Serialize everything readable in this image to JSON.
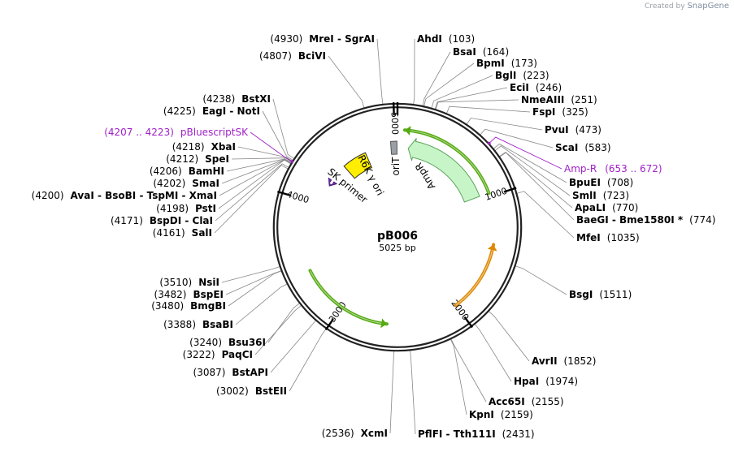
{
  "watermark": {
    "prefix": "Created by",
    "brand": "SnapGene"
  },
  "plasmid": {
    "name": "pB006",
    "length_text": "5025 bp",
    "length": 5025
  },
  "tick_labels": [
    "1000",
    "2000",
    "3000",
    "4000",
    "5000"
  ],
  "sites": [
    {
      "pos": 103,
      "name": "AhdI",
      "pos_text": "(103)"
    },
    {
      "pos": 164,
      "name": "BsaI",
      "pos_text": "(164)"
    },
    {
      "pos": 173,
      "name": "BpmI",
      "pos_text": "(173)"
    },
    {
      "pos": 223,
      "name": "BglI",
      "pos_text": "(223)"
    },
    {
      "pos": 246,
      "name": "EciI",
      "pos_text": "(246)"
    },
    {
      "pos": 251,
      "name": "NmeAIII",
      "pos_text": "(251)"
    },
    {
      "pos": 325,
      "name": "FspI",
      "pos_text": "(325)"
    },
    {
      "pos": 473,
      "name": "PvuI",
      "pos_text": "(473)"
    },
    {
      "pos": 583,
      "name": "ScaI",
      "pos_text": "(583)"
    },
    {
      "pos": 708,
      "name": "BpuEI",
      "pos_text": "(708)"
    },
    {
      "pos": 723,
      "name": "SmlI",
      "pos_text": "(723)"
    },
    {
      "pos": 770,
      "name": "ApaLI",
      "pos_text": "(770)"
    },
    {
      "pos": 774,
      "name": "BaeGI  -  Bme1580I *",
      "pos_text": "(774)"
    },
    {
      "pos": 1035,
      "name": "MfeI",
      "pos_text": "(1035)"
    },
    {
      "pos": 1511,
      "name": "BsgI",
      "pos_text": "(1511)"
    },
    {
      "pos": 1852,
      "name": "AvrII",
      "pos_text": "(1852)"
    },
    {
      "pos": 1974,
      "name": "HpaI",
      "pos_text": "(1974)"
    },
    {
      "pos": 2155,
      "name": "Acc65I",
      "pos_text": "(2155)"
    },
    {
      "pos": 2159,
      "name": "KpnI",
      "pos_text": "(2159)"
    },
    {
      "pos": 2431,
      "name": "PflFI  -  Tth111I",
      "pos_text": "(2431)"
    },
    {
      "pos": 2536,
      "name": "XcmI",
      "pos_text": "(2536)"
    },
    {
      "pos": 3002,
      "name": "BstEII",
      "pos_text": "(3002)"
    },
    {
      "pos": 3087,
      "name": "BstAPI",
      "pos_text": "(3087)"
    },
    {
      "pos": 3222,
      "name": "PaqCI",
      "pos_text": "(3222)"
    },
    {
      "pos": 3240,
      "name": "Bsu36I",
      "pos_text": "(3240)"
    },
    {
      "pos": 3388,
      "name": "BsaBI",
      "pos_text": "(3388)"
    },
    {
      "pos": 3480,
      "name": "BmgBI",
      "pos_text": "(3480)"
    },
    {
      "pos": 3482,
      "name": "BspEI",
      "pos_text": "(3482)"
    },
    {
      "pos": 3510,
      "name": "NsiI",
      "pos_text": "(3510)"
    },
    {
      "pos": 4161,
      "name": "SalI",
      "pos_text": "(4161)"
    },
    {
      "pos": 4171,
      "name": "BspDI  -  ClaI",
      "pos_text": "(4171)"
    },
    {
      "pos": 4198,
      "name": "PstI",
      "pos_text": "(4198)"
    },
    {
      "pos": 4200,
      "name": "AvaI  -  BsoBI  -  TspMI  -  XmaI",
      "pos_text": "(4200)"
    },
    {
      "pos": 4202,
      "name": "SmaI",
      "pos_text": "(4202)"
    },
    {
      "pos": 4206,
      "name": "BamHI",
      "pos_text": "(4206)"
    },
    {
      "pos": 4212,
      "name": "SpeI",
      "pos_text": "(4212)"
    },
    {
      "pos": 4218,
      "name": "XbaI",
      "pos_text": "(4218)"
    },
    {
      "pos": 4225,
      "name": "EagI  -  NotI",
      "pos_text": "(4225)"
    },
    {
      "pos": 4238,
      "name": "BstXI",
      "pos_text": "(4238)"
    },
    {
      "pos": 4807,
      "name": "BciVI",
      "pos_text": "(4807)"
    },
    {
      "pos": 4930,
      "name": "MreI  -  SgrAI",
      "pos_text": "(4930)"
    }
  ],
  "primer_sites": [
    {
      "name": "pBluescriptSK",
      "range_text": "(4207 .. 4223)",
      "start": 4207,
      "end": 4223,
      "color": "#a020c8"
    },
    {
      "name": "Amp-R",
      "range_text": "(653 .. 672)",
      "start": 653,
      "end": 672,
      "color": "#a020c8"
    }
  ],
  "features": [
    {
      "name": "AmpR",
      "start": 108,
      "end": 968,
      "direction": "reverse",
      "color": "#c8f5c8",
      "edge": "#5aa55a"
    },
    {
      "name": "oriT",
      "start": 4960,
      "end": 5020,
      "direction": "none",
      "color": "#9aa0a6",
      "edge": "#555555"
    },
    {
      "name": "R6K γ ori",
      "start": 4450,
      "end": 4700,
      "direction": "none",
      "color": "#ffee00",
      "edge": "#333333"
    },
    {
      "name": "SK primer",
      "start": 4205,
      "end": 4225,
      "direction": "reverse",
      "color": "#7b2fbe",
      "edge": "#4b1a7a"
    }
  ],
  "orf_arcs": [
    {
      "start": 60,
      "end": 970,
      "direction": "reverse",
      "color": "#55aa11"
    },
    {
      "start": 1400,
      "end": 2000,
      "direction": "reverse",
      "color": "#dd8800"
    },
    {
      "start": 2600,
      "end": 3400,
      "direction": "reverse",
      "color": "#55aa11"
    }
  ]
}
